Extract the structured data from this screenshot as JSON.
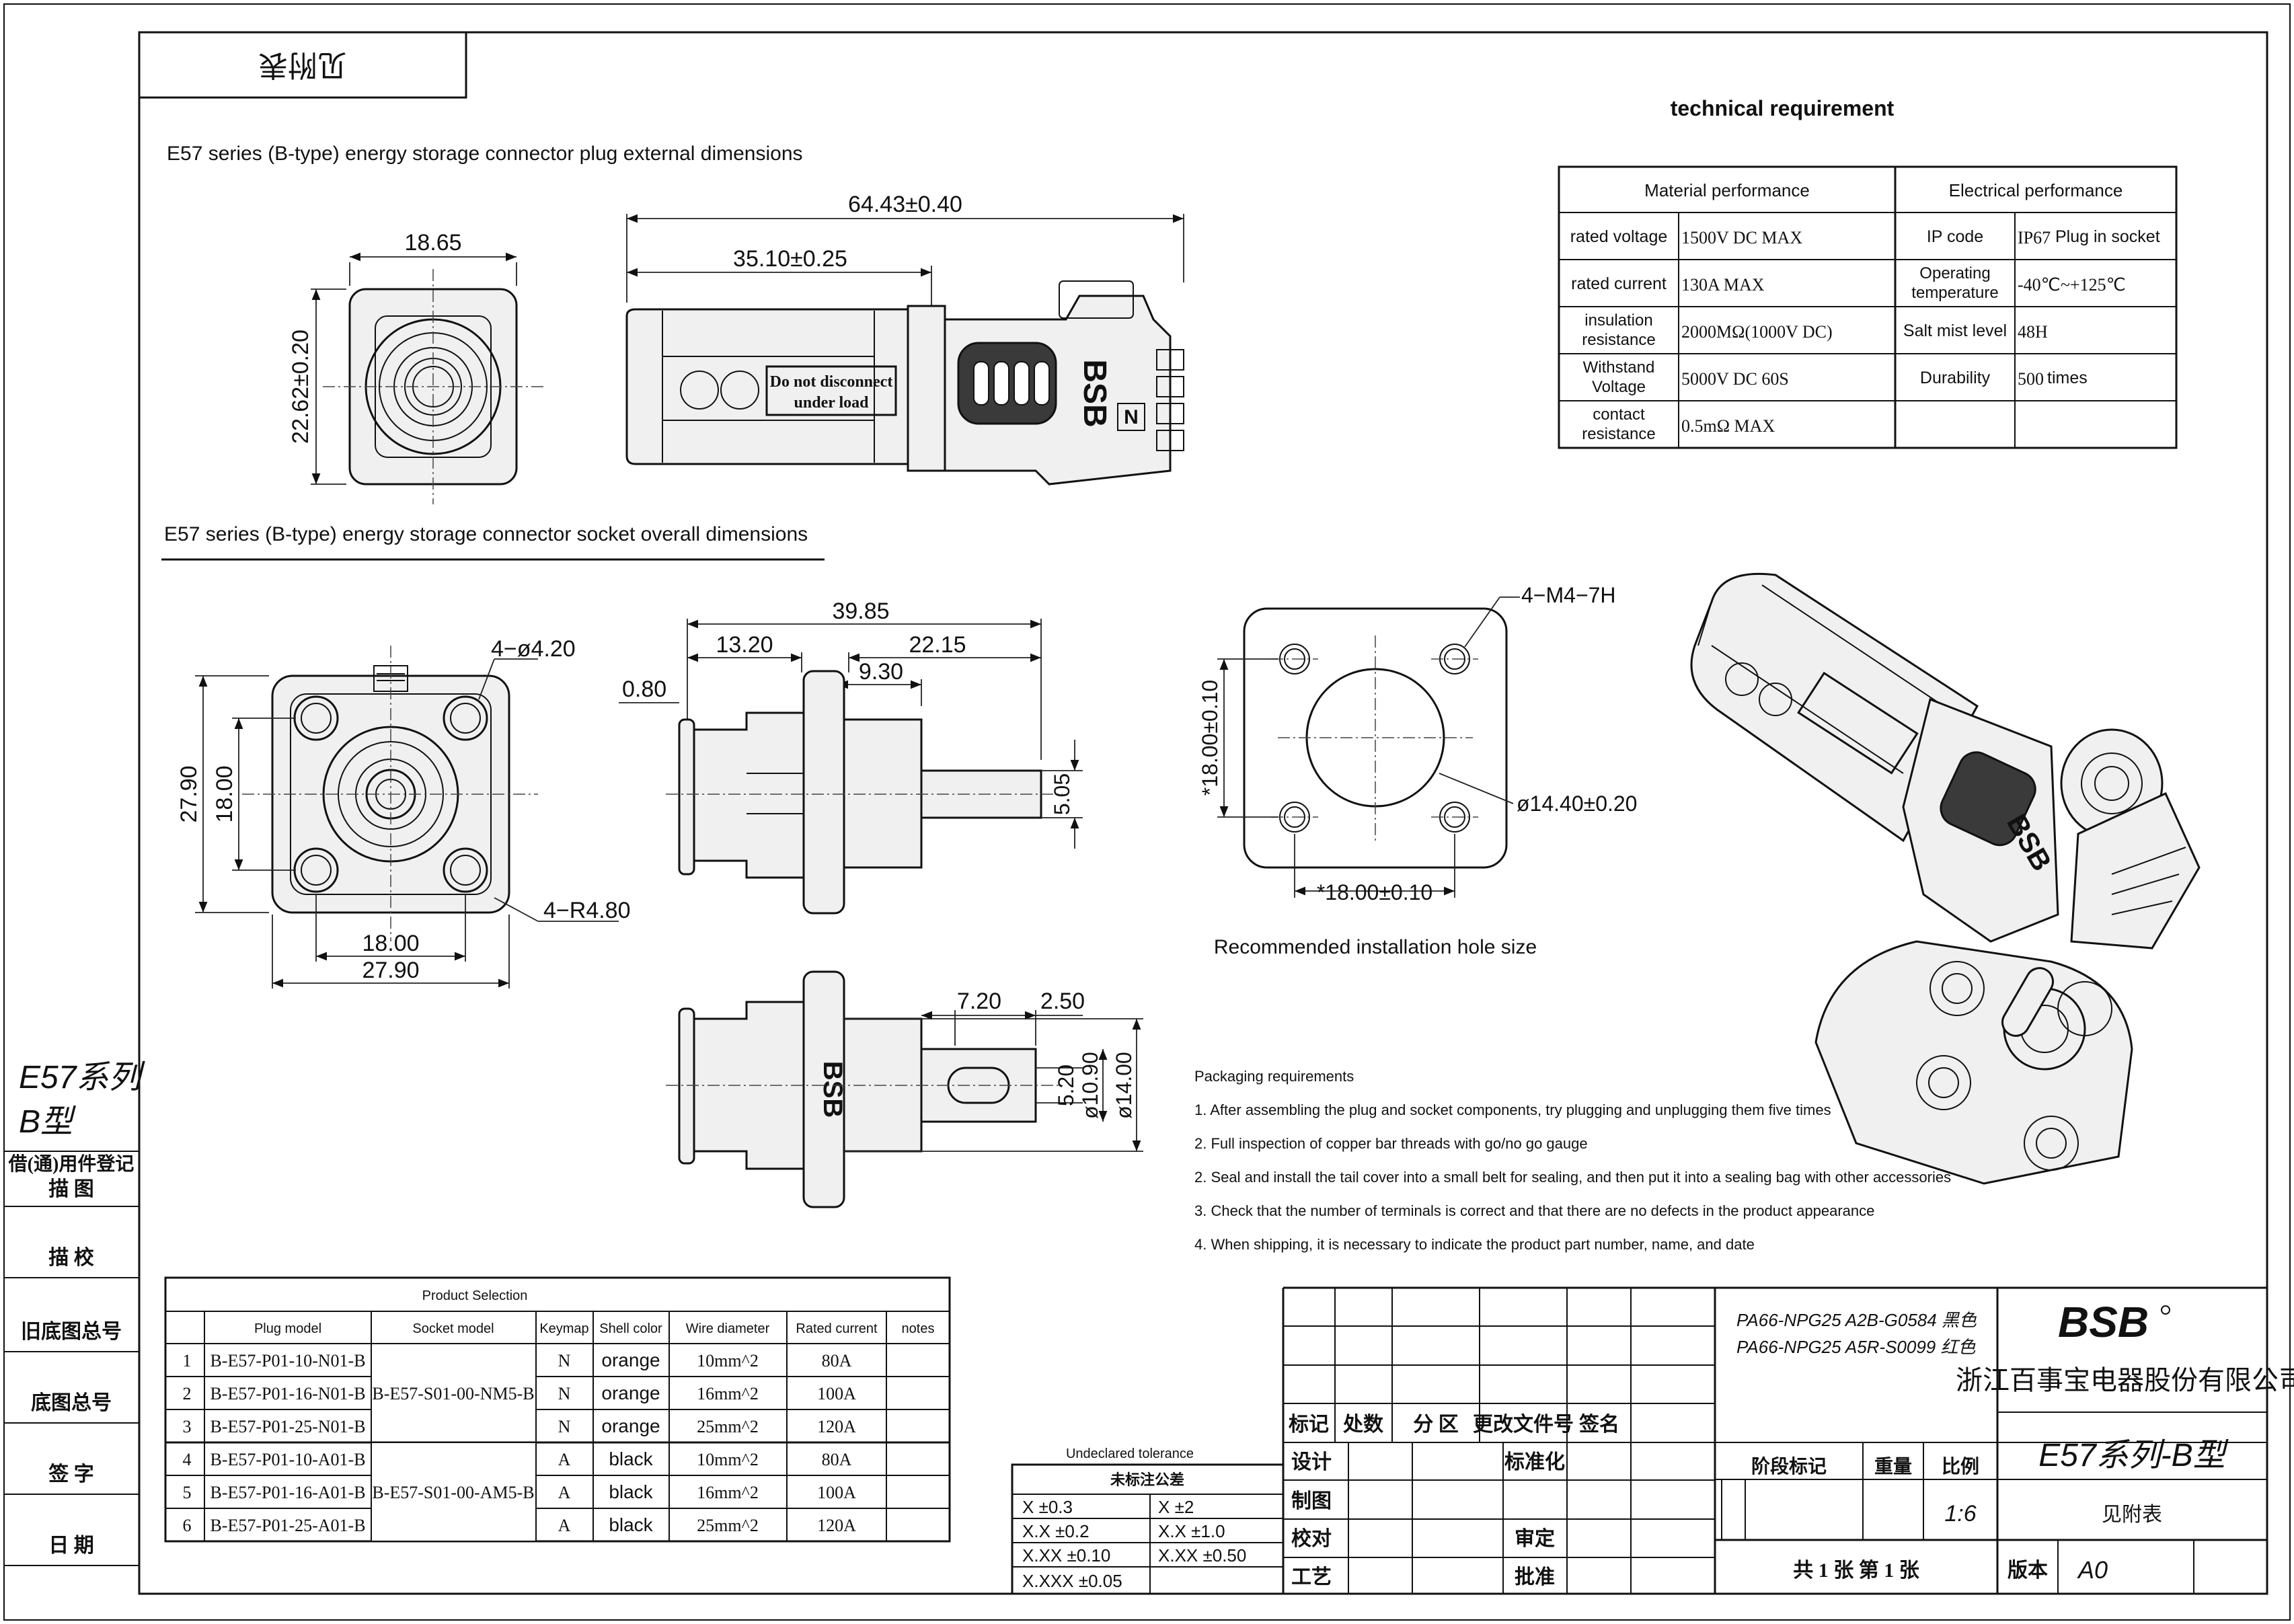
{
  "header_box": "见附表",
  "drawing_titles": {
    "plug": "E57 series (B-type) energy storage connector plug external dimensions",
    "socket": "E57 series (B-type) energy storage connector socket overall dimensions",
    "hole": "Recommended installation hole size"
  },
  "dims": {
    "plug_width": "18.65",
    "plug_height": "22.62±0.20",
    "plug_len": "64.43±0.40",
    "plug_len2": "35.10±0.25",
    "s_hole": "4−ø4.20",
    "s_h1": "27.90",
    "s_h2": "18.00",
    "s_w1": "18.00",
    "s_w2": "27.90",
    "s_radius": "4−R4.80",
    "side_total": "39.85",
    "side_a": "13.20",
    "side_b": "22.15",
    "side_c": "9.30",
    "side_d": "0.80",
    "side_e": "5.05",
    "bot_a": "7.20",
    "bot_b": "2.50",
    "bot_c": "5.20",
    "bot_d": "ø10.90",
    "bot_e": "ø14.00",
    "hole_m": "4−M4−7H",
    "hole_v": "*18.00±0.10",
    "hole_h": "*18.00±0.10",
    "hole_d": "ø14.40±0.20"
  },
  "labels": {
    "warning1": "Do not disconnect",
    "warning2": "under load",
    "brand": "BSB",
    "key": "N"
  },
  "tech": {
    "title": "technical requirement",
    "mat_header": "Material performance",
    "elec_header": "Electrical performance",
    "rows": [
      {
        "l1": "rated voltage",
        "v1": "1500V DC MAX",
        "l2": "IP code",
        "v2a": "IP67",
        "v2b": "Plug in socket"
      },
      {
        "l1": "rated current",
        "v1": "130A MAX",
        "l2a": "Operating",
        "l2b": "temperature",
        "v2": "-40℃~+125℃"
      },
      {
        "l1a": "insulation",
        "l1b": "resistance",
        "v1": "2000MΩ(1000V DC)",
        "l2": "Salt mist level",
        "v2": "48H"
      },
      {
        "l1a": "Withstand",
        "l1b": "Voltage",
        "v1": "5000V DC 60S",
        "l2": "Durability",
        "v2a": "500",
        "v2b": "times"
      },
      {
        "l1a": "contact",
        "l1b": "resistance",
        "v1": "0.5mΩ MAX"
      }
    ]
  },
  "packaging": {
    "title": "Packaging requirements",
    "items": [
      "1. After assembling the plug and socket components, try plugging and unplugging them five times",
      "2. Full inspection of copper bar threads with go/no go gauge",
      "2. Seal and install the tail cover into a small belt for sealing, and then put it into a sealing bag with other accessories",
      "3. Check that the number of terminals is correct and that there are no defects in the product appearance",
      "4. When shipping, it is necessary to indicate the product part number, name, and date"
    ]
  },
  "product_selection": {
    "title": "Product Selection",
    "headers": [
      "Plug model",
      "Socket model",
      "Keymap",
      "Shell color",
      "Wire diameter",
      "Rated current",
      "notes"
    ],
    "rows": [
      {
        "n": "1",
        "plug": "B-E57-P01-10-N01-B",
        "key": "N",
        "color": "orange",
        "wire": "10mm^2",
        "current": "80A"
      },
      {
        "n": "2",
        "plug": "B-E57-P01-16-N01-B",
        "key": "N",
        "color": "orange",
        "wire": "16mm^2",
        "current": "100A"
      },
      {
        "n": "3",
        "plug": "B-E57-P01-25-N01-B",
        "key": "N",
        "color": "orange",
        "wire": "25mm^2",
        "current": "120A"
      },
      {
        "n": "4",
        "plug": "B-E57-P01-10-A01-B",
        "key": "A",
        "color": "black",
        "wire": "10mm^2",
        "current": "80A"
      },
      {
        "n": "5",
        "plug": "B-E57-P01-16-A01-B",
        "key": "A",
        "color": "black",
        "wire": "16mm^2",
        "current": "100A"
      },
      {
        "n": "6",
        "plug": "B-E57-P01-25-A01-B",
        "key": "A",
        "color": "black",
        "wire": "25mm^2",
        "current": "120A"
      }
    ],
    "socket_n": "B-E57-S01-00-NM5-B",
    "socket_a": "B-E57-S01-00-AM5-B"
  },
  "tolerance": {
    "caption": "Undeclared tolerance",
    "header": "未标注公差",
    "cells": [
      [
        "X   ±0.3",
        "X   ±2"
      ],
      [
        "X.X   ±0.2",
        "X.X   ±1.0"
      ],
      [
        "X.XX   ±0.10",
        "X.XX   ±0.50"
      ],
      [
        "X.XXX   ±0.05",
        ""
      ]
    ]
  },
  "left_margin": {
    "title1": "E57系列",
    "title2": "B型",
    "rows": [
      "借(通)用件登记",
      "描    图",
      "描    校",
      "旧底图总号",
      "底图总号",
      "签    字",
      "日    期"
    ]
  },
  "title_block": {
    "hdr": [
      "标记",
      "处数",
      "分 区",
      "更改文件号",
      "签名"
    ],
    "left_labels": [
      "设计",
      "制图",
      "校对",
      "工艺"
    ],
    "mid_labels": [
      "标准化",
      "审定",
      "批准"
    ],
    "material1": "PA66-NPG25 A2B-G0584 黑色",
    "material2": "PA66-NPG25 A5R-S0099 红色",
    "logo": "BSB",
    "company": "浙江百事宝电器股份有限公司",
    "product": "E57系列-B型",
    "stage": "阶段标记",
    "weight": "重量",
    "ratio": "比例",
    "ratio_val": "1:6",
    "note": "见附表",
    "sheets": "共 1 张 第 1 张",
    "version_label": "版本",
    "version": "A0"
  }
}
